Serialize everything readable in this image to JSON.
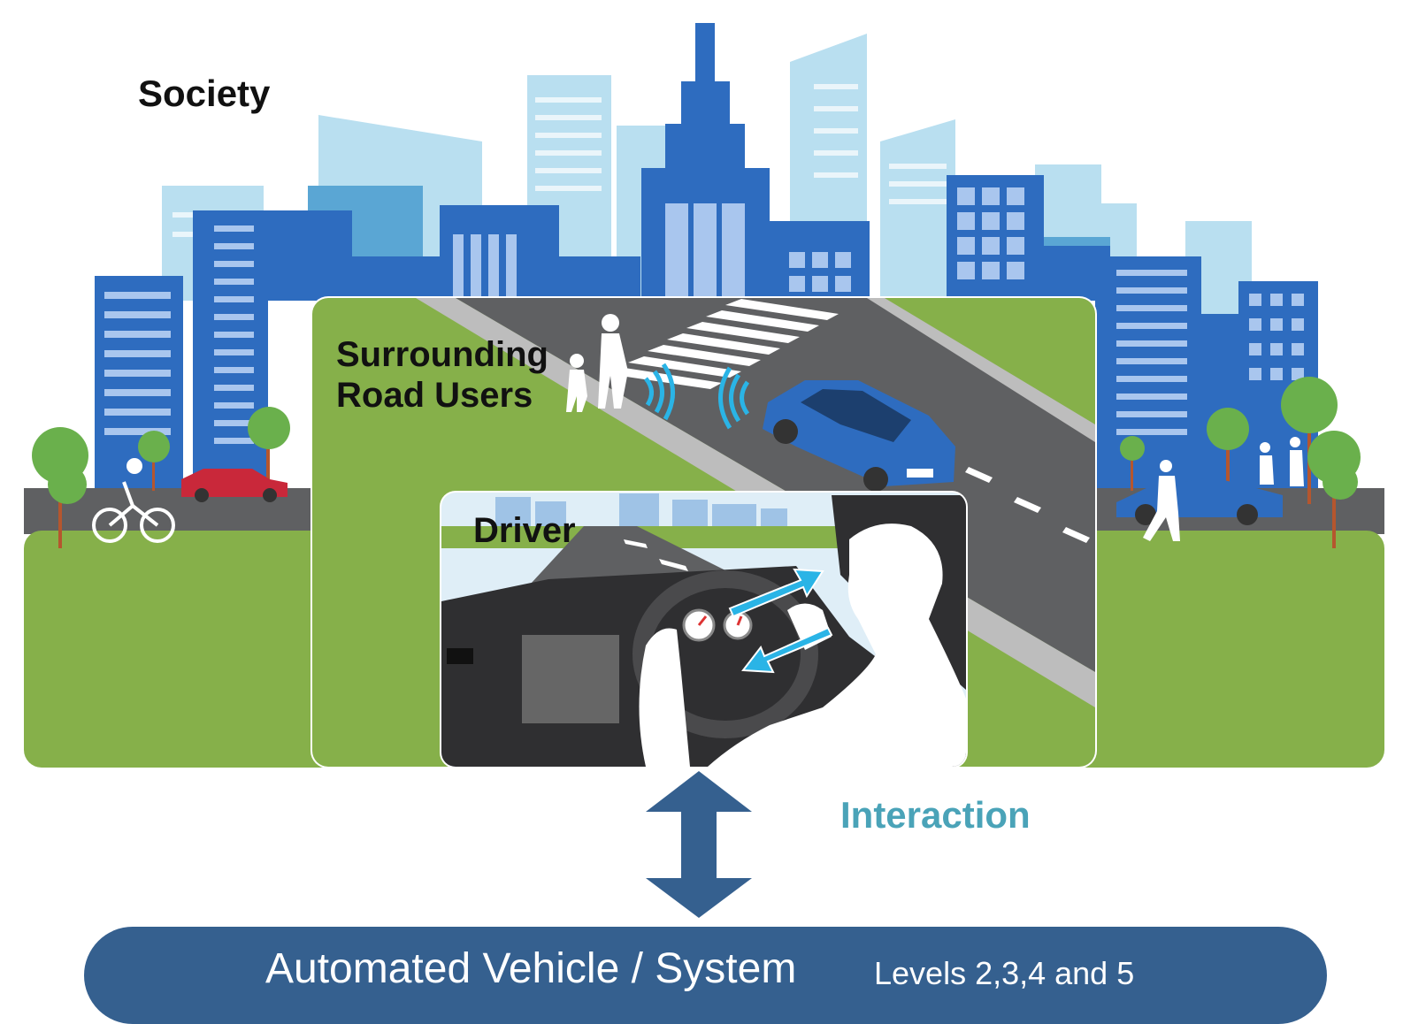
{
  "labels": {
    "society": "Society",
    "road_users_line1": "Surrounding",
    "road_users_line2": "Road Users",
    "driver": "Driver",
    "interaction": "Interaction"
  },
  "system": {
    "title": "Automated Vehicle / System",
    "levels": "Levels 2,3,4 and 5"
  },
  "colors": {
    "building_dark": "#2e6cbf",
    "building_light": "#b9dff0",
    "grass": "#86b04a",
    "road": "#5f6062",
    "arrow": "#35608f",
    "signal": "#2ab4e6",
    "interaction_text": "#4aa3b8",
    "system_bar": "#35608f"
  }
}
